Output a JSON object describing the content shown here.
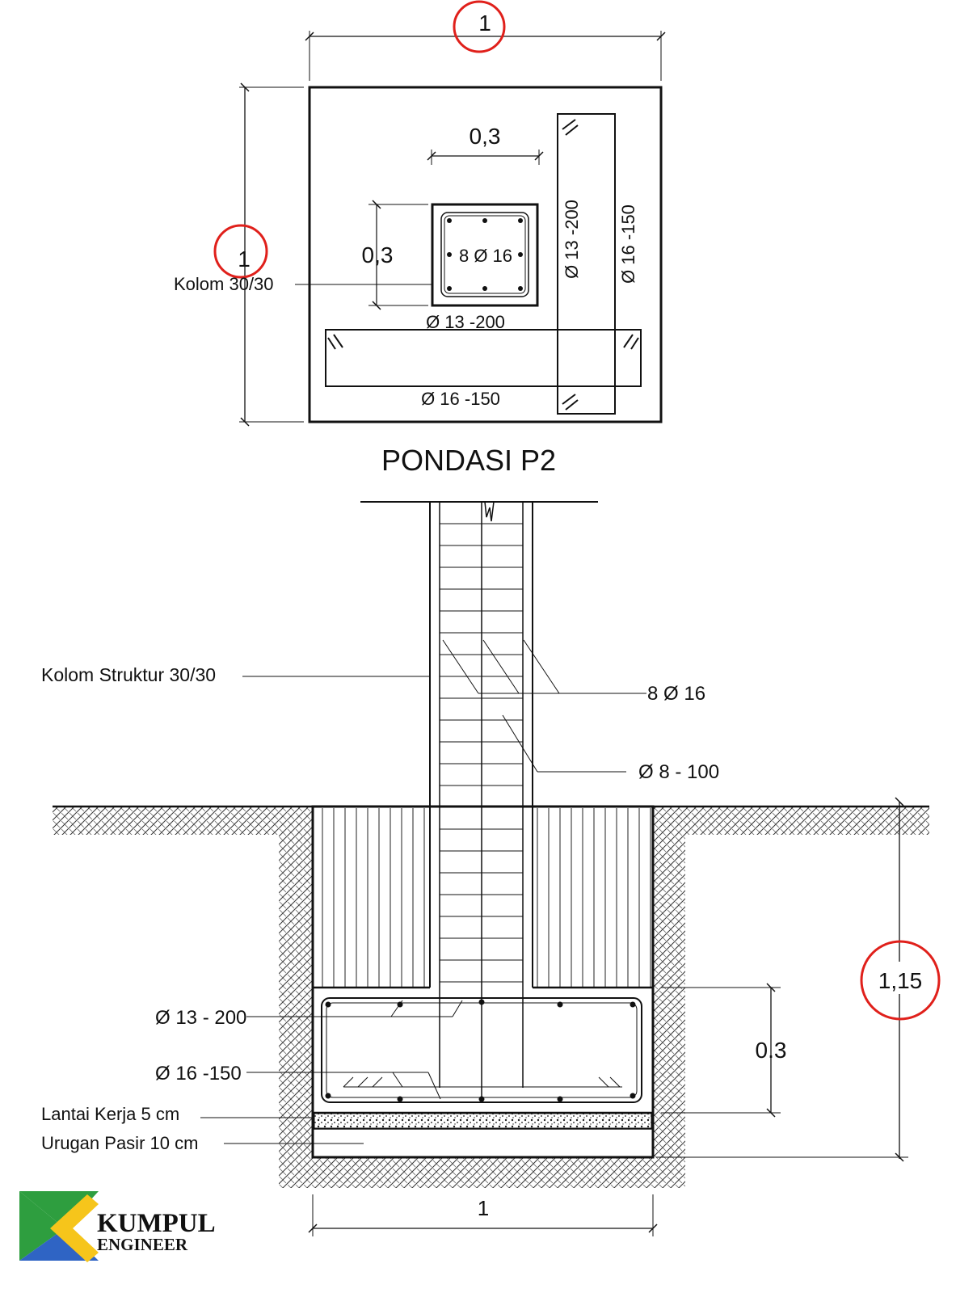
{
  "plan": {
    "title": "PONDASI  P2",
    "width_dim": "1",
    "height_dim": "1",
    "column_width": "0,3",
    "column_height": "0,3",
    "column_label": "Kolom 30/30",
    "column_bars": "8 Ø 16",
    "rebar_h_top": "Ø 13 -200",
    "rebar_h_bottom": "Ø 16 -150",
    "rebar_v_left": "Ø 13 -200",
    "rebar_v_right": "Ø 16 -150"
  },
  "section": {
    "column_label": "Kolom Struktur 30/30",
    "main_bars": "8 Ø 16",
    "stirrups": "Ø 8 - 100",
    "top_rebar": "Ø 13 - 200",
    "bottom_rebar": "Ø 16 -150",
    "lean_concrete": "Lantai Kerja 5 cm",
    "sand_fill": "Urugan Pasir 10 cm",
    "footing_thickness": "0.3",
    "depth": "1,15",
    "width": "1"
  },
  "logo": {
    "line1": "KUMPUL",
    "line2": "ENGINEER"
  },
  "colors": {
    "ink": "#111111",
    "highlight_circle": "#e0201b",
    "logo_green": "#2e9e3f",
    "logo_blue": "#2f64c4",
    "logo_yellow": "#f6c51b"
  }
}
